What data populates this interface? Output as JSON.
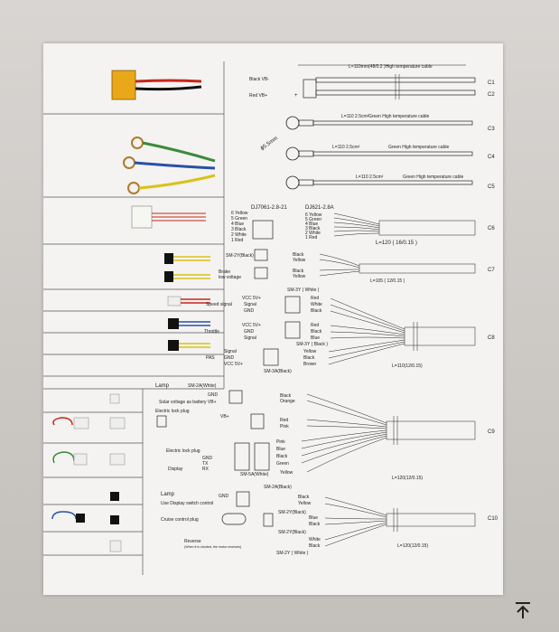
{
  "header": {
    "length_label": "L=110mm(48/0.2 )High temperature cable"
  },
  "battery": {
    "black_label": "Black  VB-",
    "red_label": "Red  VB+",
    "plus": "+"
  },
  "c_labels": [
    "C1",
    "C2",
    "C3",
    "C4",
    "C5",
    "C6",
    "C7",
    "C8",
    "C9",
    "C10"
  ],
  "rings": [
    {
      "len": "L=110 2.5cm²",
      "cable": "Green High temperature cable"
    },
    {
      "len": "L=110 2.5cm²",
      "cable": "Green High temperature cable"
    },
    {
      "len": "L=110 2.5cm²",
      "cable": "Green High temperature cable"
    }
  ],
  "ring_dim": "ϕ5.5mm",
  "hall": {
    "left_model": "DJ7061-2.8-21",
    "right_model": "DJ621-2.8A",
    "left_pins": [
      "6 Yellow",
      "5 Green",
      "4 Blue",
      "3 Black",
      "2 White",
      "1 Red"
    ],
    "right_pins": [
      "6 Yellow",
      "5 Green",
      "4 Blue",
      "3 Black",
      "2 White",
      "1 Red"
    ],
    "length": "L=120 ( 16/0.15 )"
  },
  "c7": {
    "sm": "SM-2Y(Black)",
    "brake": "Brake",
    "lowv": "low voltage",
    "black": "Black",
    "yellow": "Yellow",
    "black2": "Black",
    "yellow2": "Yellow",
    "length": "L=105 ( 12/0.15 )"
  },
  "c8": {
    "sm_white": "SM-3Y ( White )",
    "speed": "Speed signal",
    "vcc": "VCC 5V+",
    "signal": "Signal",
    "gnd": "GND",
    "red": "Red",
    "white": "White",
    "black": "Black",
    "throttle": "Throttle",
    "vcc2": "VCC 5V+",
    "gnd2": "GND",
    "signal2": "Signal",
    "red2": "Red",
    "black2": "Black",
    "blue": "Blue",
    "sm_black": "SM-3Y ( Black )",
    "pas": "PAS",
    "signal3": "Signal",
    "gnd3": "GND",
    "vcc3": "VCC 5V+",
    "yellow": "Yellow",
    "black3": "Black",
    "brown": "Brown",
    "sm3a": "SM-3A(Black)",
    "length": "L=110(12/0.15)"
  },
  "c9": {
    "lamp": "Lamp",
    "sm2a": "SM-2A(White)",
    "gnd": "GND",
    "solar": "Solar voltage as battery VB+",
    "black": "Black",
    "orange": "Orange",
    "lock": "Electric lock plug",
    "vbplus": "VB+",
    "red": "Red",
    "pink": "Pink",
    "elock2": "Electric lock plug",
    "gnd2": "GND",
    "tx": "TX",
    "rx": "RX",
    "display": "Display",
    "pink2": "Pink",
    "blue": "Blue",
    "black2": "Black",
    "green": "Green",
    "yellow": "Yellow",
    "sm5a": "SM-5A(White)",
    "length": "L=120(12/0.15)"
  },
  "c10": {
    "sm2a": "SM-2A(Black)",
    "lamp": "Lamp",
    "use_display": "Use Display switch control",
    "gnd": "GND",
    "black": "Black",
    "yellow": "Yellow",
    "sm2y_black": "SM-2Y(Black)",
    "cruise": "Cruise control plug",
    "blue": "Blue",
    "black2": "Black",
    "sm2y_black2": "SM-2Y(Black)",
    "reverse": "Reverse",
    "reverse_note": "(When it is shorted, the motor reverses)",
    "white": "White",
    "black3": "Black",
    "sm2y_white": "SM-2Y ( White )",
    "length": "L=120(12/0.15)"
  },
  "colors": {
    "sheet": "#f4f3f1",
    "ink": "#222222",
    "connector_yellow": "#e8a81a",
    "wire_red": "#c8261c",
    "wire_yellow": "#d9c21a",
    "wire_green": "#3a8a3a",
    "wire_blue": "#2a4fa8"
  },
  "ui": {
    "back_to_top_icon": "arrow-up-to-line-icon"
  }
}
